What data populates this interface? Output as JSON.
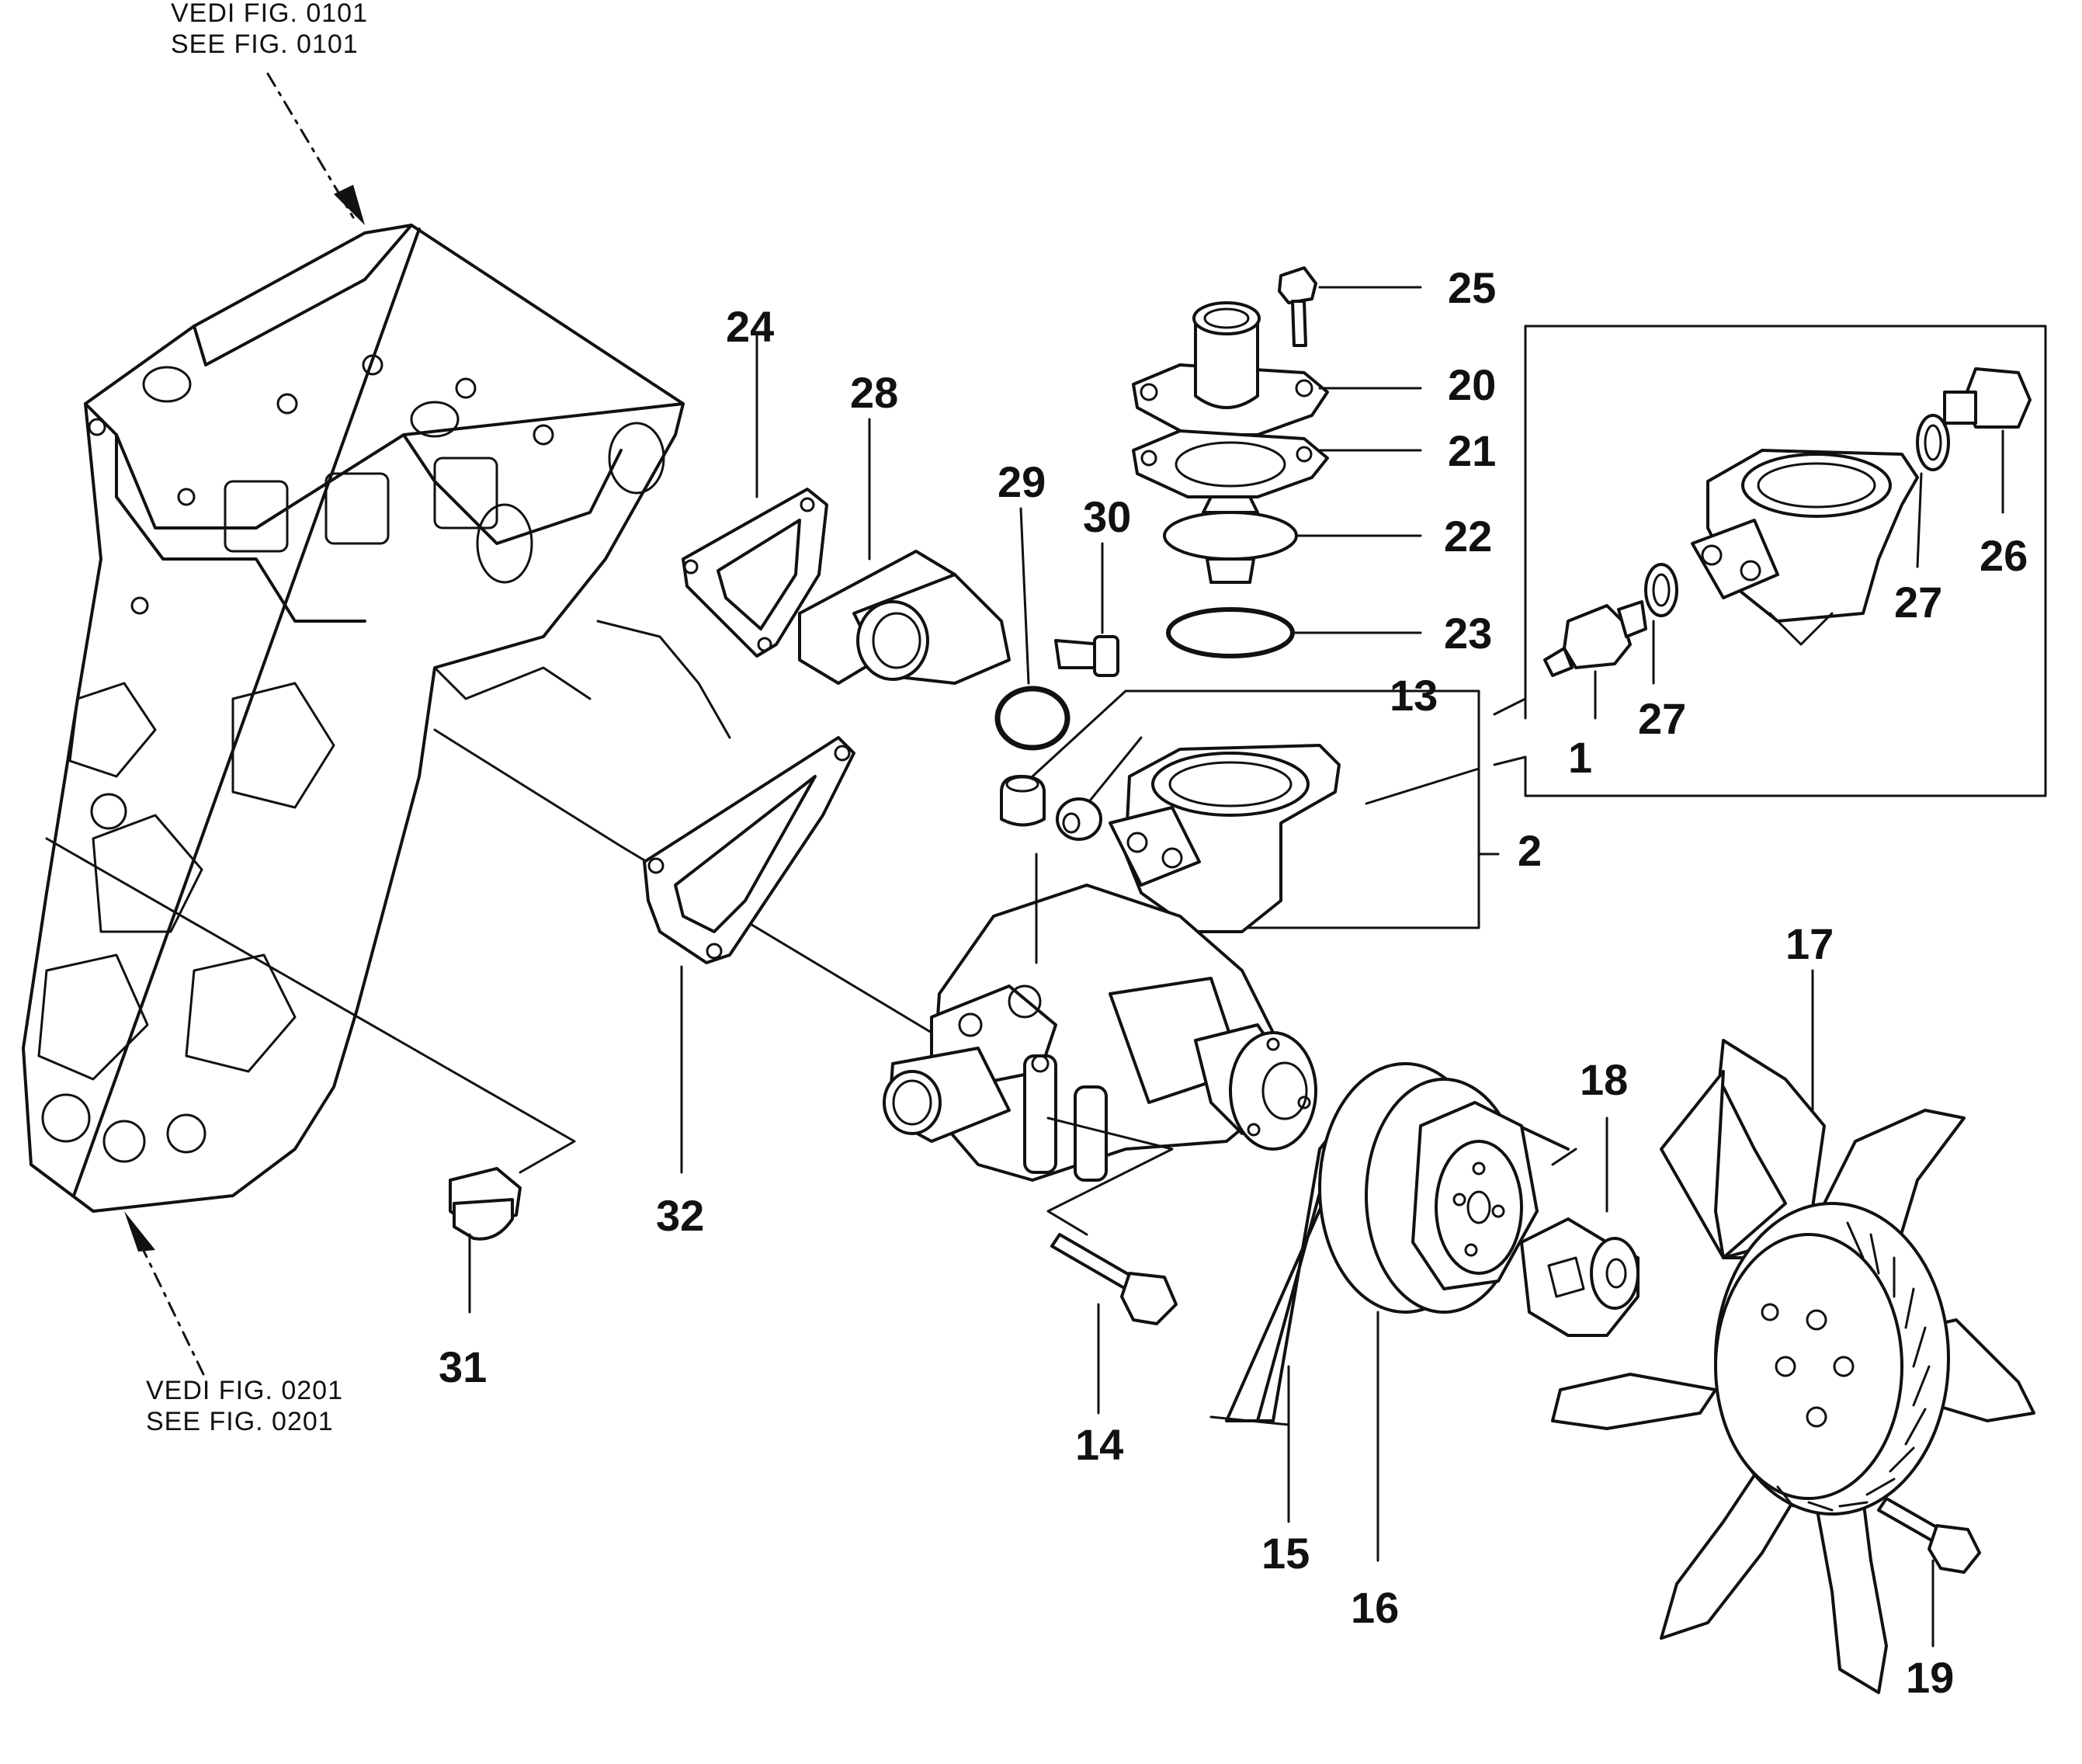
{
  "references": {
    "top_line1": "VEDI FIG. 0101",
    "top_line2": "SEE FIG. 0101",
    "bottom_line1": "VEDI FIG. 0201",
    "bottom_line2": "SEE FIG. 0201"
  },
  "callouts": {
    "c1": "1",
    "c2": "2",
    "c13": "13",
    "c14": "14",
    "c15": "15",
    "c16": "16",
    "c17": "17",
    "c18": "18",
    "c19": "19",
    "c20": "20",
    "c21": "21",
    "c22": "22",
    "c23": "23",
    "c24": "24",
    "c25": "25",
    "c26": "26",
    "c27a": "27",
    "c27b": "27",
    "c28": "28",
    "c29": "29",
    "c30": "30",
    "c31": "31",
    "c32": "32"
  }
}
